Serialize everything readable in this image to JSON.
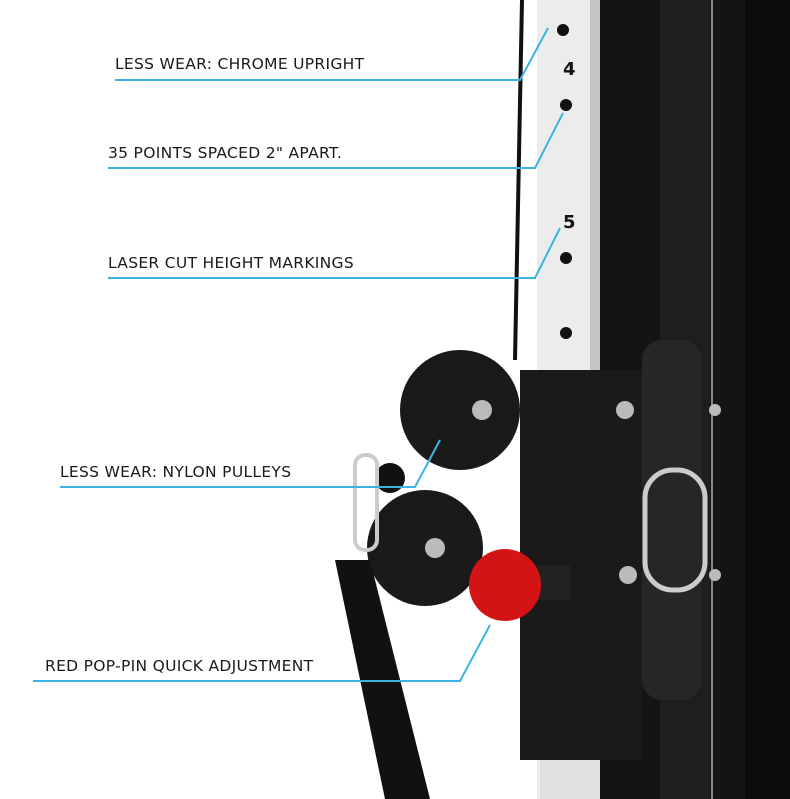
{
  "callouts": [
    {
      "label": "LESS WEAR: CHROME UPRIGHT"
    },
    {
      "label": "35 POINTS SPACED 2\" APART."
    },
    {
      "label": "LASER CUT HEIGHT  MARKINGS"
    },
    {
      "label": "LESS WEAR: NYLON PULLEYS"
    },
    {
      "label": "RED POP-PIN QUICK ADJUSTMENT"
    }
  ],
  "colors": {
    "leader": "#3db3e3",
    "pin": "#d41414",
    "frame": "#151515",
    "chrome": "#e8e8e8"
  }
}
